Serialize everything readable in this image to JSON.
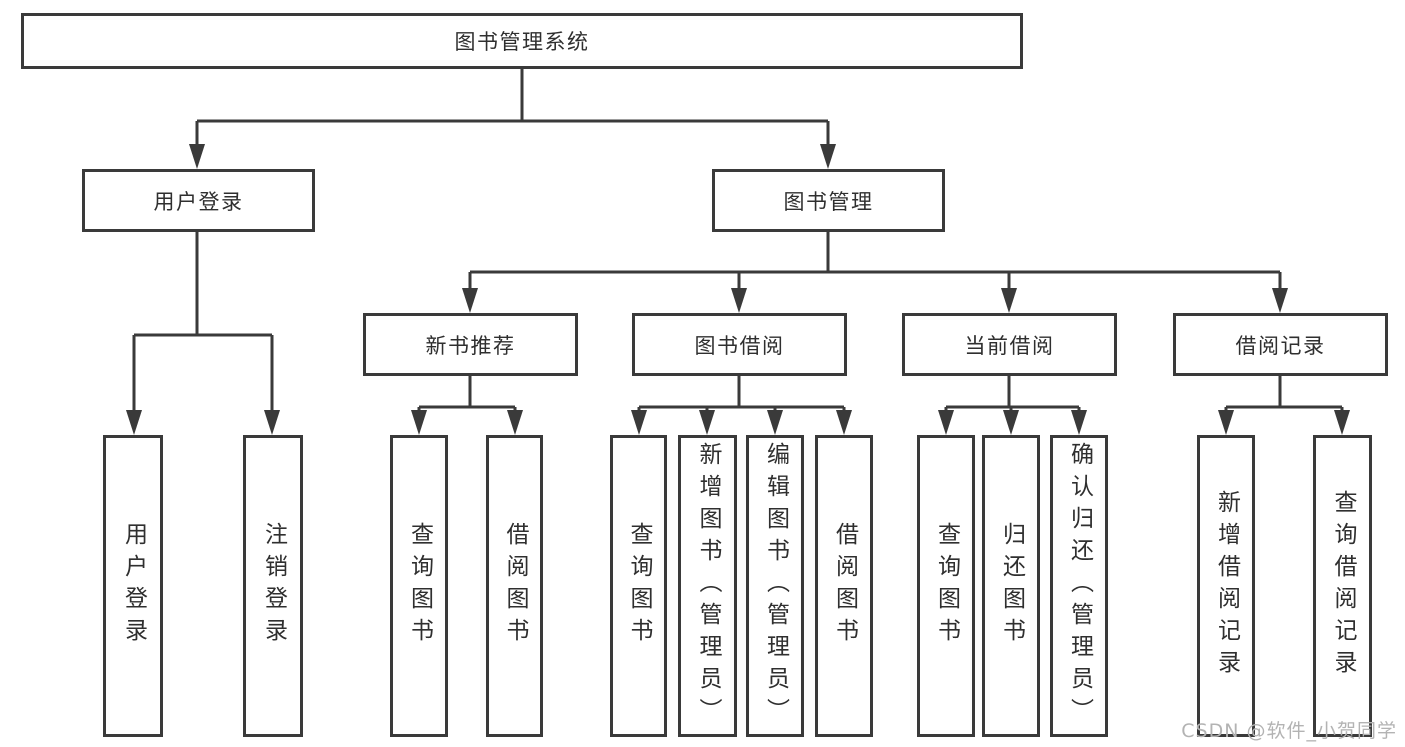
{
  "tree": {
    "root": "图书管理系统",
    "user_branch": {
      "label": "用户登录",
      "children": [
        "用户登录",
        "注销登录"
      ]
    },
    "book_branch": {
      "label": "图书管理",
      "groups": [
        {
          "label": "新书推荐",
          "children": [
            "查询图书",
            "借阅图书"
          ]
        },
        {
          "label": "图书借阅",
          "children": [
            "查询图书",
            "新增图书（管理员）",
            "编辑图书（管理员）",
            "借阅图书"
          ]
        },
        {
          "label": "当前借阅",
          "children": [
            "查询图书",
            "归还图书",
            "确认归还（管理员）"
          ]
        },
        {
          "label": "借阅记录",
          "children": [
            "新增借阅记录",
            "查询借阅记录"
          ]
        }
      ]
    }
  },
  "watermark": "CSDN @软件_小贺同学",
  "colors": {
    "line": "#3a3a3a",
    "text": "#2f2f2f",
    "watermark": "#b3b3b3",
    "background": "#ffffff"
  }
}
